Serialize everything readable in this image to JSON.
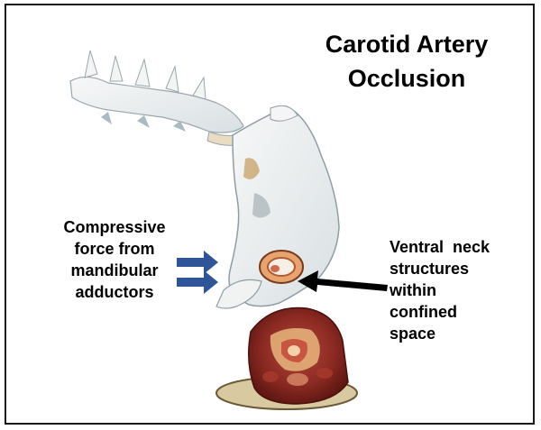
{
  "title": {
    "line1": "Carotid Artery",
    "line2": "Occlusion"
  },
  "left_label": {
    "lines": [
      "Compressive",
      "force from",
      "mandibular",
      "adductors"
    ]
  },
  "right_label": {
    "lines": [
      "Ventral  neck",
      "structures",
      "within",
      "confined",
      "space"
    ]
  },
  "colors": {
    "arrow_blue": "#2e5597",
    "pointer_black": "#000000",
    "bone": "#eef0f0",
    "bone_shadow": "#b9c6cc",
    "muscle": "#7a1f1a",
    "base_disc": "#d8c9a0"
  },
  "icons": [
    "blue-force-arrow-icon",
    "black-pointer-arrow-icon"
  ]
}
